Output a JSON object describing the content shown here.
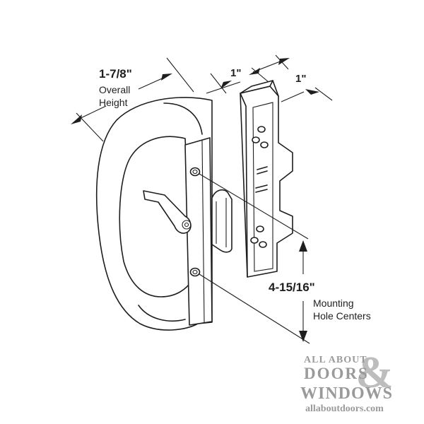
{
  "dimensions": {
    "overall_height_value": "1-7/8\"",
    "overall_height_line1": "Overall",
    "overall_height_line2": "Height",
    "depth_value": "1\"",
    "width_value": "1\"",
    "hole_value": "4-15/16\"",
    "hole_line1": "Mounting",
    "hole_line2": "Hole Centers"
  },
  "watermark": {
    "line1": "ALL ABOUT",
    "line2": "DOORS",
    "ampersand": "&",
    "line3": "WINDOWS",
    "url": "allaboutdoors.com",
    "color_text": "#9a9a9a",
    "color_amp": "#bdbdbd"
  }
}
